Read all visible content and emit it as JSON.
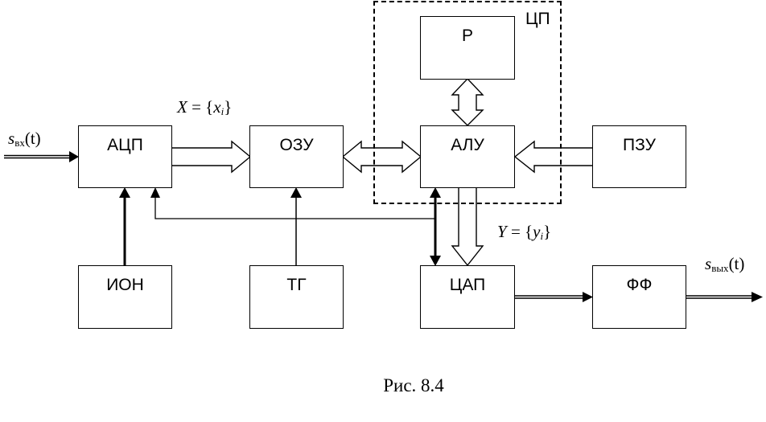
{
  "figure": {
    "caption": "Рис. 8.4"
  },
  "blocks": {
    "adc": "АЦП",
    "ram": "ОЗУ",
    "alu": "АЛУ",
    "rom": "ПЗУ",
    "register": "Р",
    "cpu": "ЦП",
    "vref": "ИОН",
    "clock": "ТГ",
    "dac": "ЦАП",
    "filter": "ФФ"
  },
  "signals": {
    "input": {
      "symbol": "s",
      "subscript": "вх",
      "argument": "(t)"
    },
    "output": {
      "symbol": "s",
      "subscript": "вых",
      "argument": "(t)"
    },
    "x_set": {
      "lhs": "X",
      "eq": "=",
      "open": "{",
      "var": "x",
      "index": "i",
      "close": "}"
    },
    "y_set": {
      "lhs": "Y",
      "eq": "=",
      "open": "{",
      "var": "y",
      "index": "i",
      "close": "}"
    }
  }
}
